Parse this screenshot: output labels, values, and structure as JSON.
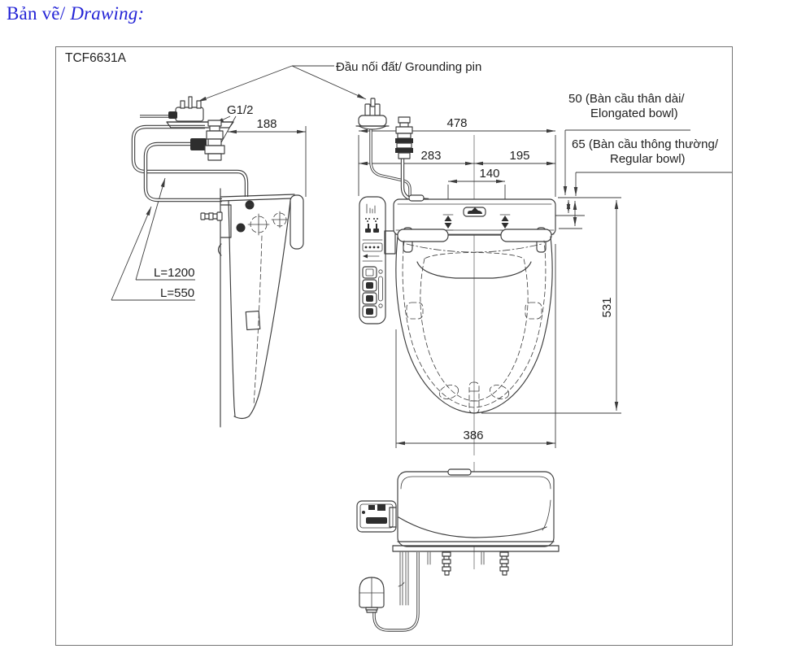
{
  "page": {
    "title_vi": "Bản vẽ/",
    "title_en": "Drawing:"
  },
  "drawing": {
    "model": "TCF6631A",
    "labels": {
      "grounding_pin": "Đầu nối đất/ Grounding pin",
      "g_size": "G1/2",
      "hose_long": "L=1200",
      "hose_short": "L=550",
      "elongated_1": "50 (Bàn cầu thân dài/",
      "elongated_2": "Elongated bowl)",
      "regular_1": "65 (Bàn cầu thông thường/",
      "regular_2": "Regular bowl)"
    },
    "dims": {
      "d188": "188",
      "d478": "478",
      "d283": "283",
      "d195": "195",
      "d140": "140",
      "d531": "531",
      "d386": "386"
    },
    "colors": {
      "title_blue": "#2424d6",
      "line": "#3c3c3c"
    }
  }
}
